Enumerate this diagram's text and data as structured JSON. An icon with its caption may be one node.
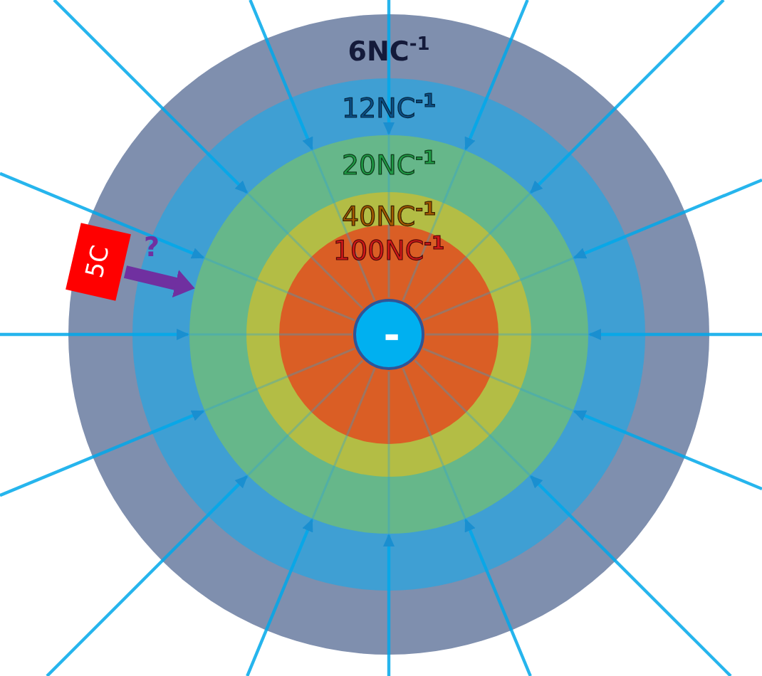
{
  "diagram": {
    "nodes": [
      {
        "text": [
          "6NC$^{-1}$"
        ]
      },
      {
        "text": [
          "12NC$^{-1}$"
        ],
        "in": 0
      },
      {
        "text": [
          "20NC$^{-1}$"
        ],
        "in": 1
      },
      {
        "text": [
          "40NC$^{-1}$"
        ],
        "in": 2
      },
      {
        "text": [
          "100NC$^{-1}$"
        ],
        "in": 3
      },
      {
        "text": [
          "-"
        ],
        "in": 4
      },
      {
        "text": [
          "5C"
        ],
        "in": 0
      }
    ],
    "edges": [
      {
        "from": 6,
        "to": 2,
        "arrow": "to",
        "label": "?"
      }
    ]
  }
}
